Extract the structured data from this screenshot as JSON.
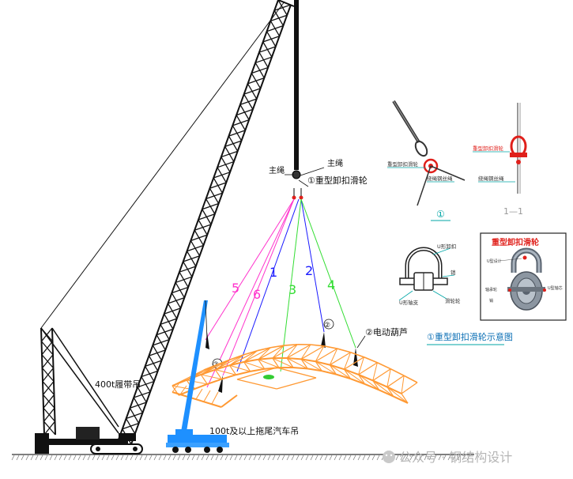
{
  "labels": {
    "main_rope_left": "主绳",
    "main_rope_right": "主绳",
    "pulley_callout": "①重型卸扣滑轮",
    "crawler_crane": "400t履带吊",
    "truck_crane": "100t及以上拖尾汽车吊",
    "electric_hoist": "②电动葫芦",
    "marker_2a": "②",
    "marker_2b": "②",
    "schematic_title": "①重型卸扣滑轮示意图",
    "detail_1_caption": "①",
    "detail_11_caption": "1—1",
    "detail_pulley_label": "重型卸扣滑轮",
    "detail_rope_label": "绕绳钢丝绳",
    "detail_pulley_label_b": "重型卸扣滑轮",
    "detail_rope_label_b": "绕绳钢丝绳",
    "u_shackle_label": "U形卸扣",
    "bolt_label": "销",
    "u_ring_label": "U形轴支",
    "wheel_label": "滑轮轮",
    "photo_title": "重型卸扣滑轮",
    "photo_u_design": "U型设计",
    "photo_bearing": "轴承轮",
    "photo_pin": "销",
    "photo_u_axle": "U型轴芯",
    "watermark": "公众号 · 钢结构设计"
  },
  "rope_numbers": [
    "5",
    "6",
    "1",
    "3",
    "2",
    "4"
  ],
  "colors": {
    "boom": "#111111",
    "rope_magenta": "#ff33cc",
    "rope_blue": "#1a1aff",
    "rope_green": "#33dd33",
    "truss": "#ff9933",
    "truck_crane": "#1e90ff",
    "accent_red": "#e0201b",
    "teal": "#00a6a6"
  }
}
